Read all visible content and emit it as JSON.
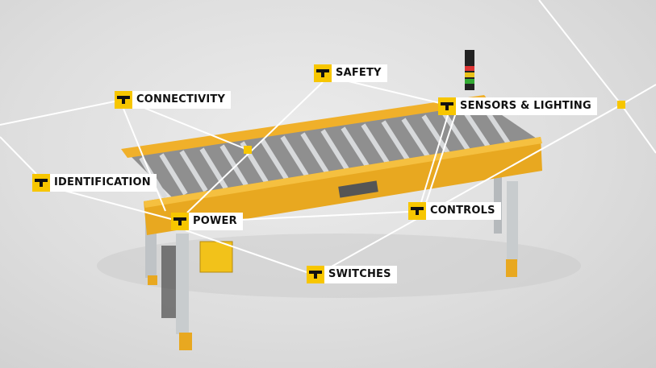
{
  "colors": {
    "accent": "#f7c600",
    "frame": "#e8a820",
    "line": "#ffffff"
  },
  "labels": [
    {
      "id": "connectivity",
      "text": "CONNECTIVITY",
      "icon": "turck-logo-icon"
    },
    {
      "id": "safety",
      "text": "SAFETY",
      "icon": "turck-logo-icon"
    },
    {
      "id": "sensors",
      "text": "SENSORS & LIGHTING",
      "icon": "turck-logo-icon"
    },
    {
      "id": "identification",
      "text": "IDENTIFICATION",
      "icon": "turck-logo-icon"
    },
    {
      "id": "power",
      "text": "POWER",
      "icon": "turck-logo-icon"
    },
    {
      "id": "controls",
      "text": "CONTROLS",
      "icon": "turck-logo-icon"
    },
    {
      "id": "switches",
      "text": "SWITCHES",
      "icon": "turck-logo-icon"
    }
  ]
}
